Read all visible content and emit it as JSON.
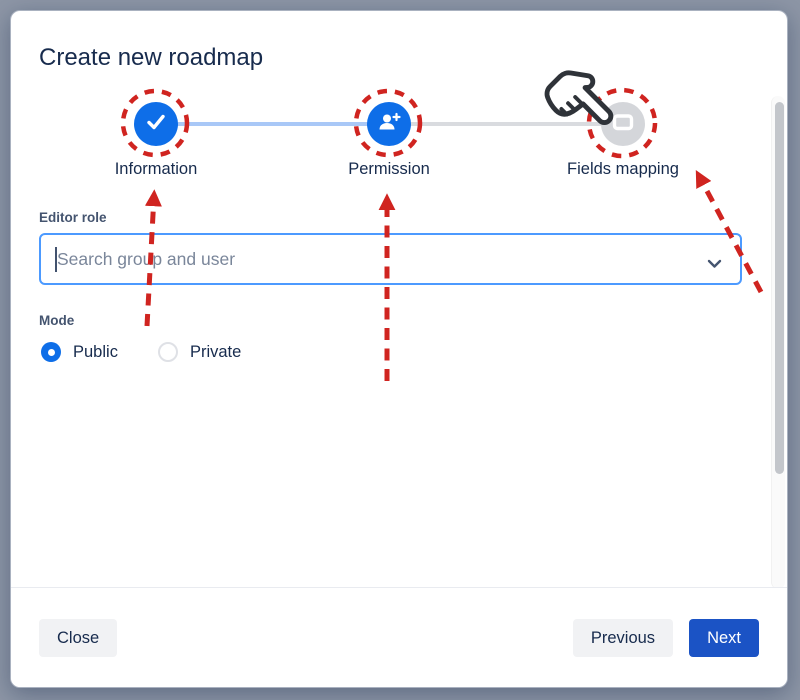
{
  "modal": {
    "title": "Create new roadmap",
    "stepper": {
      "steps": [
        {
          "label": "Information",
          "state": "completed",
          "icon": "check-icon"
        },
        {
          "label": "Permission",
          "state": "current",
          "icon": "user-add-icon"
        },
        {
          "label": "Fields mapping",
          "state": "upcoming",
          "icon": "card-icon"
        }
      ]
    },
    "form": {
      "editor_role_label": "Editor role",
      "editor_role_placeholder": "Search group and user",
      "editor_role_value": "",
      "mode_label": "Mode",
      "mode_options": [
        {
          "label": "Public",
          "selected": true
        },
        {
          "label": "Private",
          "selected": false
        }
      ]
    },
    "footer": {
      "close": "Close",
      "previous": "Previous",
      "next": "Next"
    }
  },
  "colors": {
    "primary_blue": "#0e6ee8",
    "next_button_blue": "#1b53c5",
    "completed_connector_blue": "#a9c8f7",
    "upcoming_gray": "#d4d6da",
    "input_focus_border": "#4c9aff",
    "annotation_red": "#d02420",
    "backdrop_gray": "#8d96a6",
    "title_navy": "#172b4d"
  }
}
